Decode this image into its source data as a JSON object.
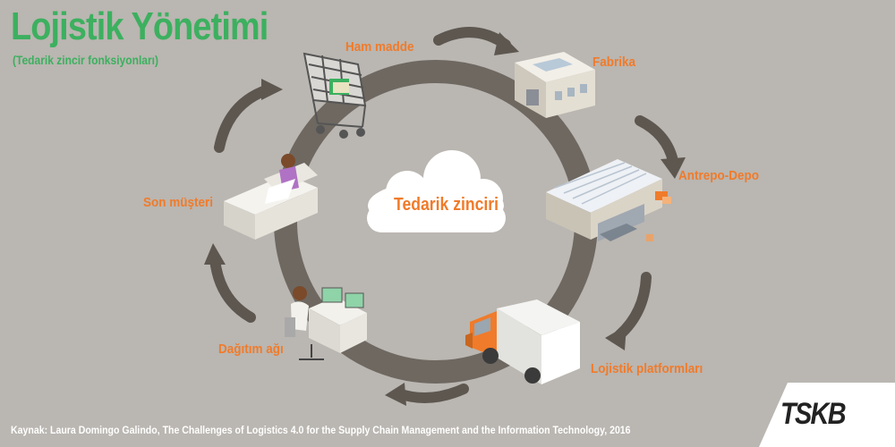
{
  "header": {
    "title": "Lojistik Yönetimi",
    "subtitle": "(Tedarik zincir fonksiyonları)"
  },
  "cycle": {
    "center_label": "Tedarik zinciri",
    "stages": [
      {
        "label": "Ham madde",
        "icon": "shopping-cart-icon"
      },
      {
        "label": "Fabrika",
        "icon": "factory-icon"
      },
      {
        "label": "Antrepo-Depo",
        "icon": "warehouse-icon"
      },
      {
        "label": "Lojistik platformları",
        "icon": "truck-icon"
      },
      {
        "label": "Dağıtım ağı",
        "icon": "office-desk-icon"
      },
      {
        "label": "Son müşteri",
        "icon": "customer-sofa-icon"
      }
    ]
  },
  "footer": {
    "source": "Kaynak: Laura Domingo Galindo, The Challenges of Logistics 4.0 for the Supply Chain Management and the Information Technology, 2016",
    "logo": "TSKB"
  },
  "colors": {
    "background": "#bab6b1",
    "title": "#3cb05f",
    "label": "#f07b2a",
    "ring": "#6e6861",
    "arrow": "#5d5750"
  }
}
